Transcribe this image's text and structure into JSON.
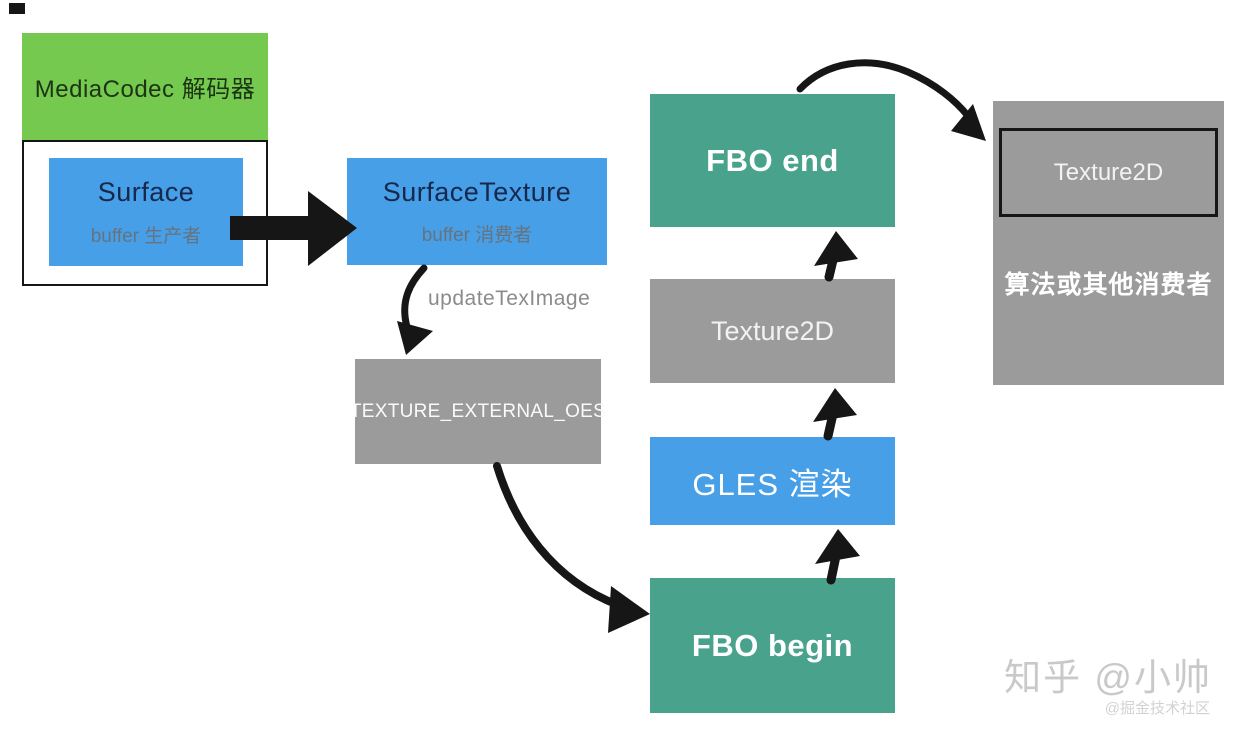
{
  "colors": {
    "green": "#74c94e",
    "blue": "#479fe8",
    "teal": "#48a28c",
    "gray": "#9b9b9b",
    "ink": "#161616",
    "dark-green-text": "#1d3414",
    "navy-text": "#16294d",
    "muted-text": "#66737f",
    "label-gray": "#8b8b8b",
    "watermark": "#c9c9c9",
    "watermark-sub": "#d2d2d2"
  },
  "decoder": {
    "title": "MediaCodec 解码器",
    "surface": {
      "title": "Surface",
      "subtitle": "buffer 生产者"
    }
  },
  "surface_texture": {
    "title": "SurfaceTexture",
    "subtitle": "buffer 消费者"
  },
  "labels": {
    "update_tex_image": "updateTexImage"
  },
  "oes_box": {
    "label": "TEXTURE_EXTERNAL_OES"
  },
  "pipeline": {
    "fbo_end": "FBO end",
    "texture2d": "Texture2D",
    "gles": "GLES 渲染",
    "fbo_begin": "FBO begin"
  },
  "consumer": {
    "texture2d": "Texture2D",
    "label": "算法或其他消费者"
  },
  "watermark": {
    "main": "知乎 @小帅",
    "sub": "@掘金技术社区"
  }
}
